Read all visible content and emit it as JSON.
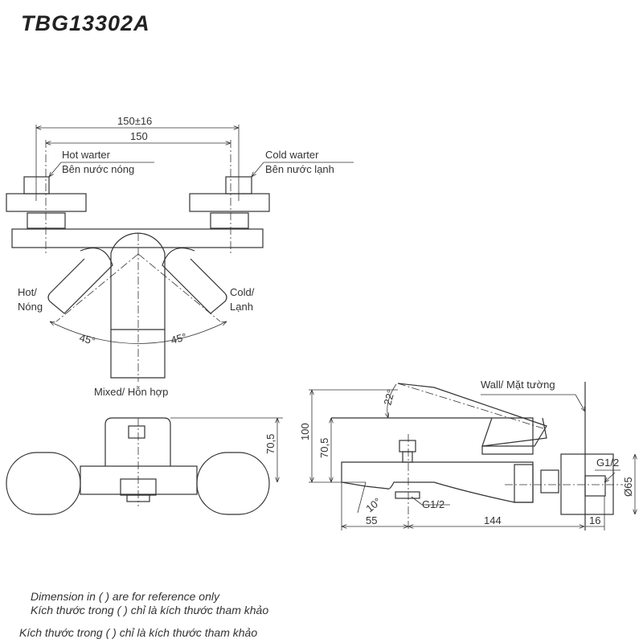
{
  "title": "TBG13302A",
  "top_view": {
    "dim_outer": "150±16",
    "dim_inner": "150",
    "hot_label_en": "Hot warter",
    "hot_label_vi": "Bên nước nóng",
    "cold_label_en": "Cold warter",
    "cold_label_vi": "Bên nước lạnh",
    "hot_pos_en": "Hot/",
    "hot_pos_vi": "Nóng",
    "cold_pos_en": "Cold/",
    "cold_pos_vi": "Lạnh",
    "angle_left": "45°",
    "angle_right": "45°",
    "mixed_label": "Mixed/ Hỗn hợp"
  },
  "front_view": {
    "height_dim": "70,5"
  },
  "side_view": {
    "total_height": "100",
    "body_height": "70,5",
    "lever_angle": "22°",
    "spout_angle": "10°",
    "outlet_thread": "G1/2",
    "inlet_thread": "G1/2",
    "diameter": "Ø65",
    "dim_spout": "55",
    "dim_body": "144",
    "dim_wall": "16",
    "wall_label": "Wall/ Mặt tường"
  },
  "notes": [
    "Dimension in ( ) are for reference only",
    "Kích thước trong ( ) chỉ là kích thước tham khảo",
    "Kích thước trong ( ) chỉ là kích thước tham khảo"
  ]
}
